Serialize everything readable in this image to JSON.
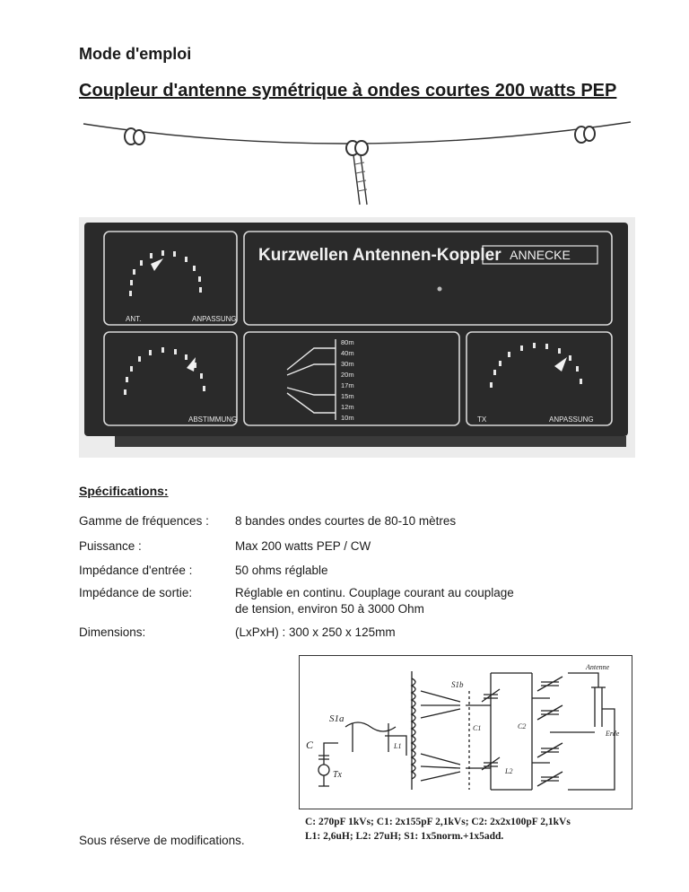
{
  "header": {
    "doc_label": "Mode d'emploi",
    "title": "Coupleur d'antenne symétrique à ondes courtes 200 watts PEP"
  },
  "device_panel": {
    "name": "Kurzwellen Antennen-Koppler",
    "brand": "ANNECKE",
    "knob_labels": {
      "top_left_left": "ANT.",
      "top_left_right": "ANPASSUNG",
      "bottom_left": "ABSTIMMUNG",
      "bottom_right_left": "TX",
      "bottom_right_right": "ANPASSUNG"
    },
    "bands": [
      "80m",
      "40m",
      "30m",
      "20m",
      "17m",
      "15m",
      "12m",
      "10m"
    ],
    "panel_color": "#2a2a2a",
    "line_color": "#d8d8d8"
  },
  "specs": {
    "heading": "Spécifications:",
    "rows": [
      {
        "label": "Gamme de fréquences :",
        "value": "8 bandes ondes courtes de 80-10 mètres"
      },
      {
        "label": "Puissance :",
        "value": "Max 200 watts PEP / CW"
      },
      {
        "label": "Impédance d'entrée :",
        "value": "50 ohms réglable"
      },
      {
        "label": "Impédance de sortie:",
        "value_lines": [
          "Réglable en continu. Couplage courant au couplage",
          "de tension, environ 50 à 3000 Ohm"
        ]
      },
      {
        "label": "Dimensions:",
        "value": "(LxPxH) : 300 x 250 x 125mm"
      }
    ]
  },
  "schematic": {
    "labels": {
      "antenna": "Antenne",
      "earth": "Erde",
      "tx": "Tx",
      "c": "C",
      "s1a": "S1a",
      "s1b": "S1b",
      "l1": "L1",
      "c1": "C1",
      "c2": "C2",
      "l2": "L2"
    },
    "caption_lines": [
      "C: 270pF 1kVs; C1: 2x155pF 2,1kVs; C2: 2x2x100pF 2,1kVs",
      "L1: 2,6uH; L2: 27uH; S1: 1x5norm.+1x5add."
    ]
  },
  "footer": {
    "note": "Sous réserve de modifications."
  }
}
